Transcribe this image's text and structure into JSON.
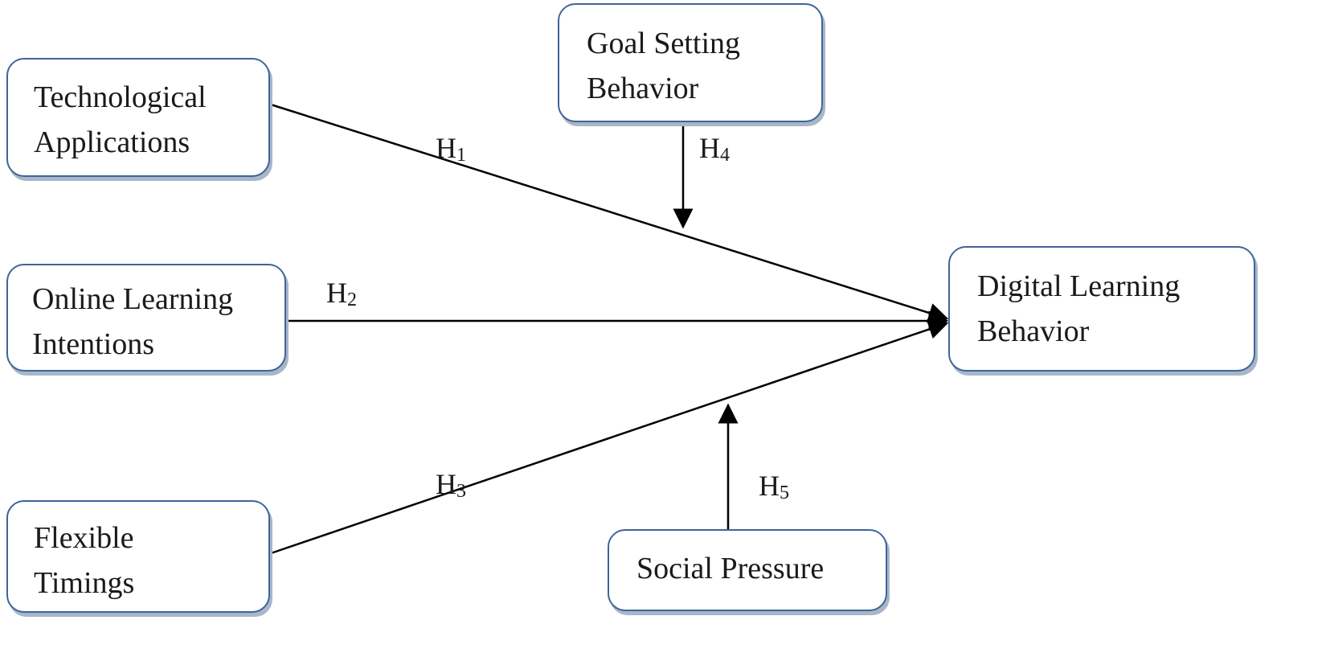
{
  "nodes": {
    "tech_app": {
      "line1": "Technological",
      "line2": "Applications"
    },
    "online": {
      "line1": "Online Learning",
      "line2": "Intentions"
    },
    "flexible": {
      "line1": "Flexible",
      "line2": "Timings"
    },
    "goal": {
      "line1": "Goal Setting",
      "line2": "Behavior"
    },
    "social": {
      "line1": "Social Pressure"
    },
    "digital": {
      "line1": "Digital Learning",
      "line2": "Behavior"
    }
  },
  "edges": {
    "h1": {
      "letter": "H",
      "num": "1"
    },
    "h2": {
      "letter": "H",
      "num": "2"
    },
    "h3": {
      "letter": "H",
      "num": "3"
    },
    "h4": {
      "letter": "H",
      "num": "4"
    },
    "h5": {
      "letter": "H",
      "num": "5"
    }
  }
}
